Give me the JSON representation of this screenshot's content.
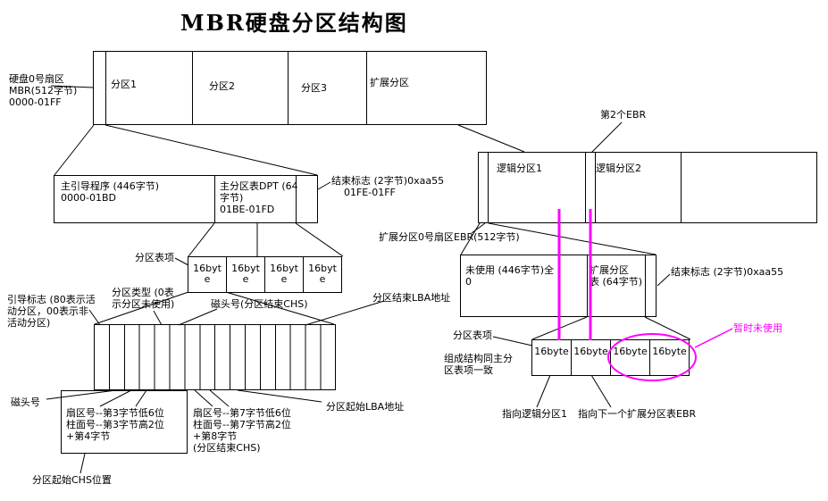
{
  "title": "MBR硬盘分区结构图",
  "colors": {
    "line": "#000000",
    "highlight": "#ff00ff",
    "background": "#ffffff"
  },
  "mbr_row": {
    "side_label": "硬盘0号扇区\nMBR(512字节)\n0000-01FF",
    "partition1": "分区1",
    "partition2": "分区2",
    "partition3": "分区3",
    "extended": "扩展分区"
  },
  "mbr_detail": {
    "boot_program": "主引导程序 (446字节)\n0000-01BD",
    "dpt": "主分区表DPT (64\n字节)\n01BE-01FD",
    "end_flag": "结束标志 (2字节)0xaa55\n    01FE-01FF"
  },
  "logical_row": {
    "ebr2_label": "第2个EBR",
    "logical1": "逻辑分区1",
    "logical2": "逻辑分区2",
    "ebr0_label": "扩展分区0号扇区EBR(512字节)"
  },
  "ebr_detail": {
    "unused": "未使用 (446字节)全\n0",
    "ext_table": "扩展分区\n表 (64字节)",
    "end_flag": "结束标志 (2字节)0xaa55"
  },
  "left_entry": {
    "label": "分区表项",
    "cells": [
      "16byte",
      "16byte",
      "16byte",
      "16byte"
    ]
  },
  "right_entry": {
    "label": "分区表项",
    "cells": [
      "16byte",
      "16byte",
      "16byte",
      "16byte"
    ],
    "note_same": "组成结构同主分\n区表项一致",
    "temp_unused": "暂时未使用",
    "point_logical1": "指向逻辑分区1",
    "point_next_ebr": "指向下一个扩展分区表EBR"
  },
  "byte_annotations": {
    "boot_flag": "引导标志 (80表示活\n动分区，00表示非\n活动分区)",
    "part_type": "分区类型 (0表\n示分区未使用)",
    "head_end": "磁头号(分区结束CHS)",
    "end_lba": "分区结束LBA地址",
    "head_start": "磁头号",
    "sector_3_4": "扇区号--第3字节低6位\n柱面号--第3字节高2位\n+第4字节",
    "sector_7_8": "扇区号--第7字节低6位\n柱面号--第7字节高2位\n+第8字节\n(分区结束CHS)",
    "start_lba": "分区起始LBA地址",
    "start_chs": "分区起始CHS位置"
  }
}
